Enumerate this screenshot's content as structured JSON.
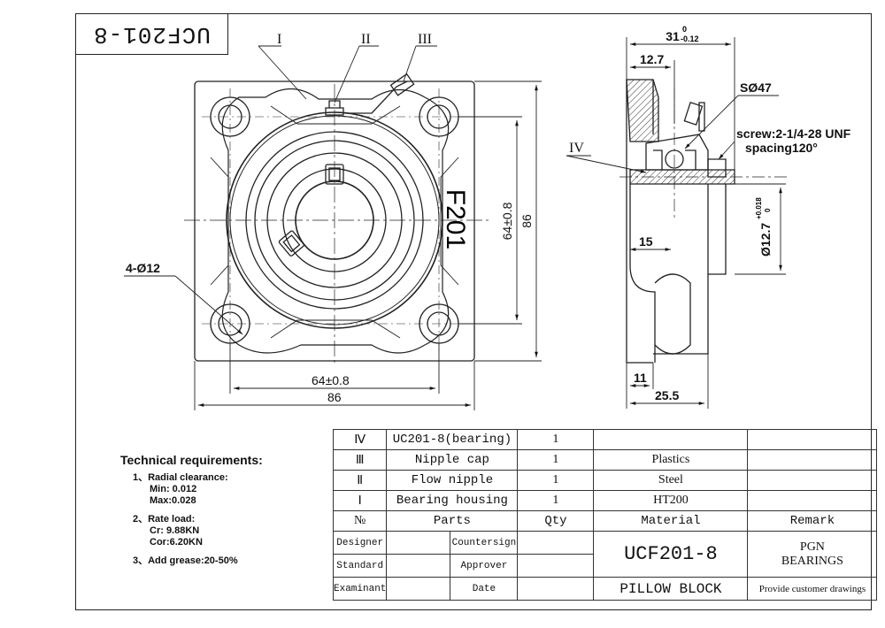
{
  "title_code": "UCF201-8",
  "front_view": {
    "center_label": "F201",
    "bolt_holes": "4-Ø12",
    "width_inner": "64±0.8",
    "width_outer": "86",
    "height_inner": "64±0.8",
    "height_outer": "86",
    "callouts": [
      "I",
      "II",
      "III"
    ]
  },
  "side_view": {
    "top_dim_main": "31",
    "top_dim_tol_upper": "0",
    "top_dim_tol_lower": "-0.12",
    "offset_dim": "12.7",
    "sphere": "SØ47",
    "screw_line1": "screw:2-1/4-28 UNF",
    "screw_line2": "spacing120°",
    "callout": "IV",
    "bore_main": "Ø12.7",
    "bore_tol_upper": "+0.018",
    "bore_tol_lower": "0",
    "dim_15": "15",
    "dim_11": "11",
    "dim_25_5": "25.5"
  },
  "technical": {
    "title": "Technical requirements:",
    "items": [
      {
        "head": "1、Radial clearance:",
        "lines": [
          "Min: 0.012",
          "Max:0.028"
        ]
      },
      {
        "head": "2、Rate load:",
        "lines": [
          "Cr:  9.88KN",
          "Cor:6.20KN"
        ]
      },
      {
        "head": "3、Add grease:20-50%",
        "lines": []
      }
    ]
  },
  "bom": {
    "rows": [
      {
        "no": "Ⅳ",
        "part": "UC201-8(bearing)",
        "qty": "1",
        "material": "",
        "remark": ""
      },
      {
        "no": "Ⅲ",
        "part": "Nipple cap",
        "qty": "1",
        "material": "Plastics",
        "remark": ""
      },
      {
        "no": "Ⅱ",
        "part": "Flow nipple",
        "qty": "1",
        "material": "Steel",
        "remark": ""
      },
      {
        "no": "Ⅰ",
        "part": "Bearing housing",
        "qty": "1",
        "material": "HT200",
        "remark": ""
      }
    ],
    "header": {
      "no": "№",
      "part": "Parts",
      "qty": "Qty",
      "material": "Material",
      "remark": "Remark"
    },
    "sign": {
      "designer": "Designer",
      "countersign": "Countersign",
      "standard": "Standard",
      "approver": "Approver",
      "examinant": "Examinant",
      "date": "Date"
    },
    "model": "UCF201-8",
    "type": "PILLOW BLOCK",
    "company_line1": "PGN",
    "company_line2": "BEARINGS",
    "note": "Provide customer drawings"
  }
}
